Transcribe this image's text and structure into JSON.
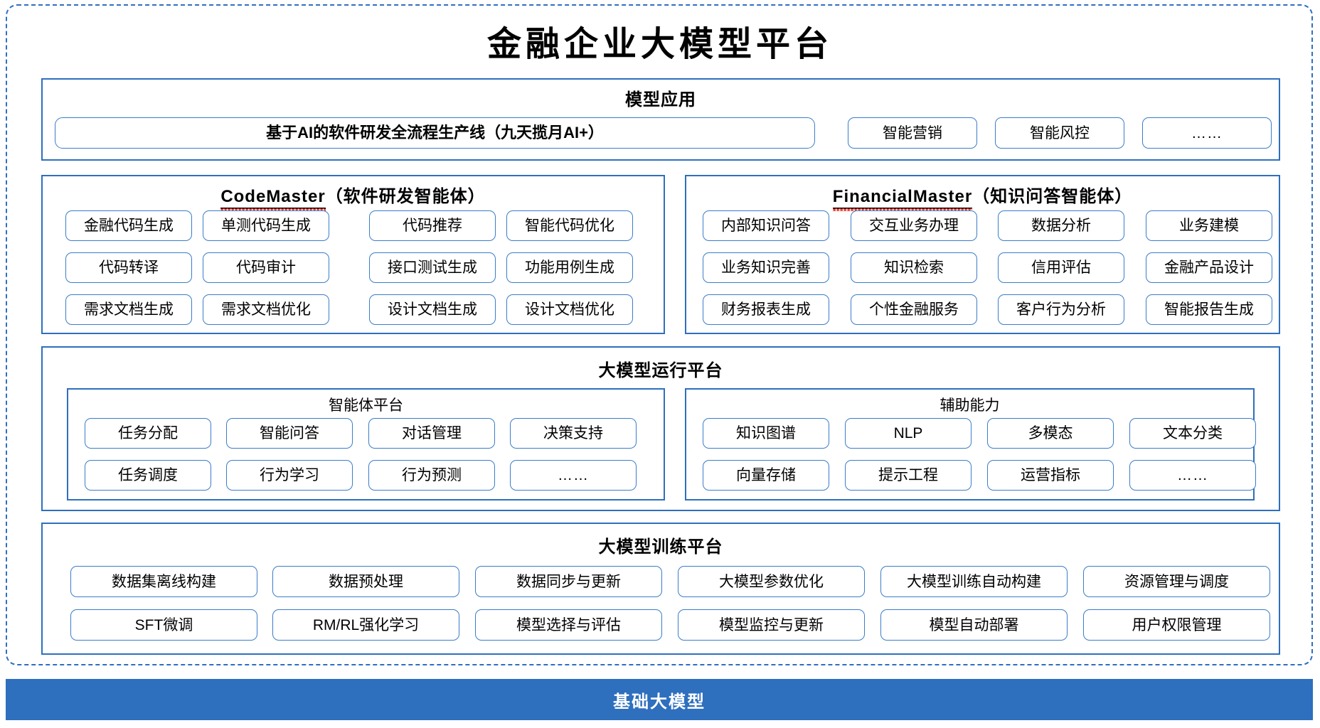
{
  "page": {
    "title": "金融企业大模型平台",
    "accent_color": "#2E6FBE",
    "pill_border_color": "#3A7DC9",
    "base_band_color": "#2E6FBE"
  },
  "application_layer": {
    "title": "模型应用",
    "banner": "基于AI的软件研发全流程生产线（九天揽月AI+）",
    "items": [
      "智能营销",
      "智能风控",
      "……"
    ]
  },
  "agents": [
    {
      "name_latin": "CodeMaster",
      "name_suffix": "（软件研发智能体）",
      "rows": [
        [
          "金融代码生成",
          "单测代码生成",
          "代码推荐",
          "智能代码优化"
        ],
        [
          "代码转译",
          "代码审计",
          "接口测试生成",
          "功能用例生成"
        ],
        [
          "需求文档生成",
          "需求文档优化",
          "设计文档生成",
          "设计文档优化"
        ]
      ]
    },
    {
      "name_latin": "FinancialMaster",
      "name_suffix": "（知识问答智能体）",
      "rows": [
        [
          "内部知识问答",
          "交互业务办理",
          "数据分析",
          "业务建模"
        ],
        [
          "业务知识完善",
          "知识检索",
          "信用评估",
          "金融产品设计"
        ],
        [
          "财务报表生成",
          "个性金融服务",
          "客户行为分析",
          "智能报告生成"
        ]
      ]
    }
  ],
  "runtime_platform": {
    "title": "大模型运行平台",
    "subpanels": [
      {
        "title": "智能体平台",
        "rows": [
          [
            "任务分配",
            "智能问答",
            "对话管理",
            "决策支持"
          ],
          [
            "任务调度",
            "行为学习",
            "行为预测",
            "……"
          ]
        ]
      },
      {
        "title": "辅助能力",
        "rows": [
          [
            "知识图谱",
            "NLP",
            "多模态",
            "文本分类"
          ],
          [
            "向量存储",
            "提示工程",
            "运营指标",
            "……"
          ]
        ]
      }
    ]
  },
  "training_platform": {
    "title": "大模型训练平台",
    "rows": [
      [
        "数据集离线构建",
        "数据预处理",
        "数据同步与更新",
        "大模型参数优化",
        "大模型训练自动构建",
        "资源管理与调度"
      ],
      [
        "SFT微调",
        "RM/RL强化学习",
        "模型选择与评估",
        "模型监控与更新",
        "模型自动部署",
        "用户权限管理"
      ]
    ]
  },
  "base_model_band": {
    "label": "基础大模型"
  }
}
